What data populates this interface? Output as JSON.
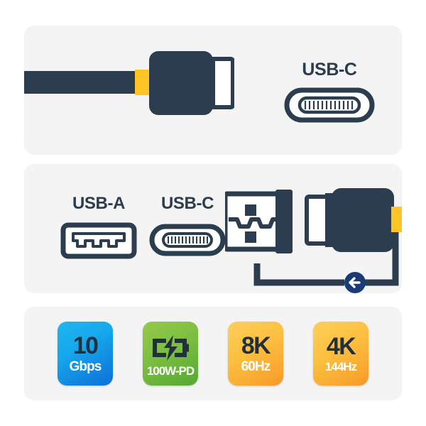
{
  "theme": {
    "page_background": "#ffffff",
    "panel_background": "#f4f4f4",
    "dark_navy": "#2b3d4f",
    "cable_yellow": "#ffc425",
    "arrow_circle_blue": "#1b3a78",
    "badge_text_dark": "#22303e",
    "badge_text_light": "#ffffff"
  },
  "panels": [
    {
      "name": "connector-usbc",
      "cable": {
        "connector_icon": "usb-c-plug-icon",
        "cable_icon": "cable-icon",
        "collar_icon": "yellow-collar-icon",
        "tip_icon": "usb-c-tip-icon"
      },
      "ports": [
        {
          "label": "USB-C",
          "icon": "usb-c-port-icon"
        }
      ]
    },
    {
      "name": "ports-usba-usbc",
      "ports": [
        {
          "label": "USB-A",
          "icon": "usb-a-port-icon"
        },
        {
          "label": "USB-C",
          "icon": "usb-c-port-icon"
        }
      ],
      "cable": {
        "connector_icon": "usb-a-plug-icon",
        "second_connector_icon": "usb-c-plug-icon",
        "cable_icon": "cable-icon",
        "collar_icon": "yellow-collar-icon",
        "reversible_indicator_icon": "arrow-left-circle-icon"
      }
    },
    {
      "name": "specs",
      "badges": [
        {
          "id": "data-rate",
          "big": "10",
          "small": "Gbps",
          "icon": null,
          "color": "#16a8ec"
        },
        {
          "id": "power",
          "big": null,
          "small": "100W-PD",
          "icon": "battery-charging-icon",
          "color": "#7cbe42"
        },
        {
          "id": "video-8k",
          "big": "8K",
          "small": "60Hz",
          "icon": null,
          "color": "#fcbf3f"
        },
        {
          "id": "video-4k",
          "big": "4K",
          "small": "144Hz",
          "icon": null,
          "color": "#fcbf3f"
        }
      ]
    }
  ]
}
